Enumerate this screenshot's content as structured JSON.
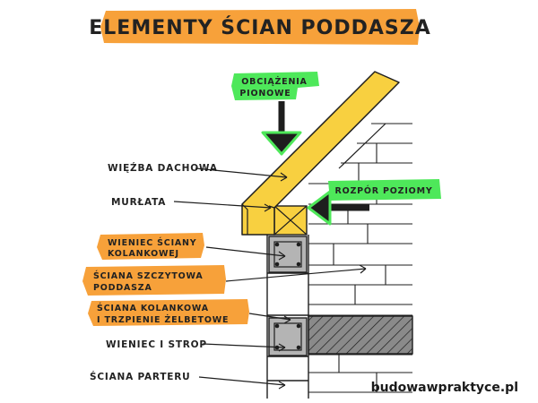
{
  "title": "ELEMENTY ŚCIAN PODDASZA",
  "labels": {
    "load_vertical_1": "OBCIĄŻENIA",
    "load_vertical_2": "PIONOWE",
    "thrust_horizontal": "ROZPÓR POZIOMY",
    "roof_truss": "WIĘŹBA DACHOWA",
    "wall_plate": "MURŁATA",
    "knee_wall_ring_beam_1": "WIENIEC ŚCIANY",
    "knee_wall_ring_beam_2": "KOLANKOWEJ",
    "gable_wall_1": "ŚCIANA SZCZYTOWA",
    "gable_wall_2": "PODDASZA",
    "knee_wall_columns_1": "ŚCIANA KOLANKOWA",
    "knee_wall_columns_2": "I TRZPIENIE ŻELBETOWE",
    "ring_beam_floor": "WIENIEC I STROP",
    "ground_floor_wall": "ŚCIANA PARTERU"
  },
  "brand": "budowawpraktyce.pl",
  "colors": {
    "orange_highlight": "#f7a13a",
    "green_highlight": "#4ee85a",
    "timber_yellow": "#f8d040",
    "concrete_gray": "#b4b4b4",
    "slab_gray": "#8a8a8a",
    "ink": "#1e1e1e"
  }
}
